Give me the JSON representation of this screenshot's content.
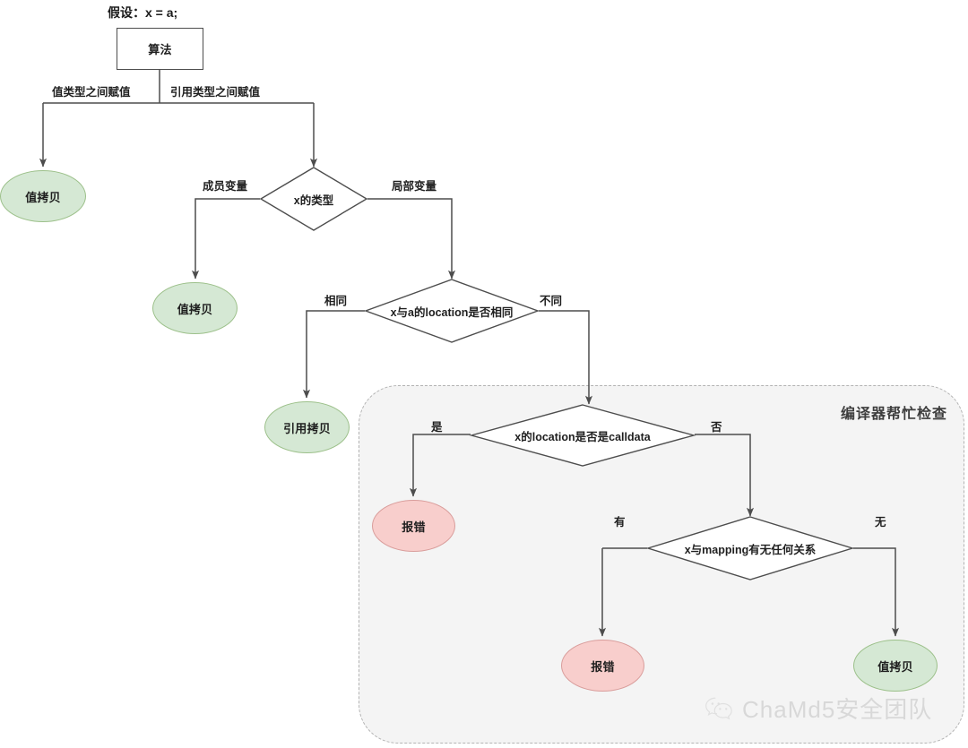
{
  "title": "假设：x = a;",
  "group": {
    "title": "编译器帮忙检查"
  },
  "nodes": {
    "algorithm": "算法",
    "value_copy_1": "值拷贝",
    "x_type": "x的类型",
    "value_copy_2": "值拷贝",
    "location_same": "x与a的location是否相同",
    "ref_copy": "引用拷贝",
    "is_calldata": "x的location是否是calldata",
    "error_1": "报错",
    "mapping_relation": "x与mapping有无任何关系",
    "error_2": "报错",
    "value_copy_3": "值拷贝"
  },
  "edges": {
    "value_type_assign": "值类型之间赋值",
    "ref_type_assign": "引用类型之间赋值",
    "member_var": "成员变量",
    "local_var": "局部变量",
    "same": "相同",
    "different": "不同",
    "yes": "是",
    "no": "否",
    "has": "有",
    "none": "无"
  },
  "watermark": {
    "text": "ChaMd5安全团队",
    "icon": "wechat-icon"
  },
  "colors": {
    "green_fill": "#d5e8d4",
    "green_stroke": "#9cc08a",
    "red_fill": "#f8cecc",
    "red_stroke": "#d99d9b",
    "line": "#4d4d4d",
    "group_fill": "#f4f4f4",
    "group_stroke": "#b3b3b3"
  }
}
